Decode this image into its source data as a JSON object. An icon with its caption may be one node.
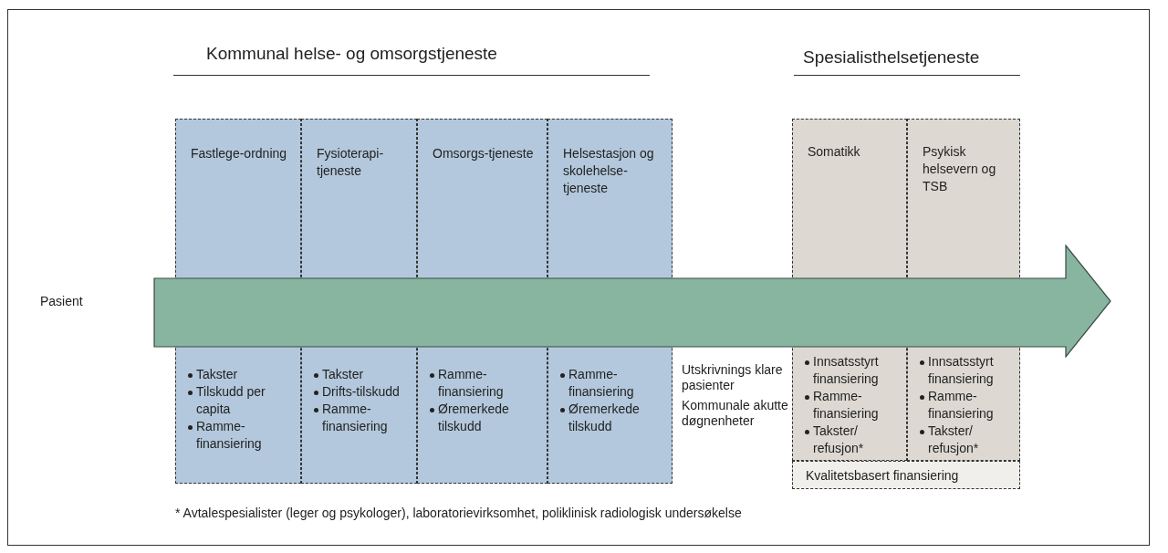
{
  "diagram": {
    "nodes": [
      {
        "text": [
          "Fastlege-ordning",
          "Takster",
          "Tilskudd per capita",
          "Ramme-finansiering"
        ]
      },
      {
        "text": [
          "Fysioterapi-tjeneste",
          "Takster",
          "Drifts-tilskudd",
          "Ramme-finansiering"
        ]
      },
      {
        "text": [
          "Omsorgs-tjeneste",
          "Ramme-finansiering",
          "Øremerkede tilskudd"
        ]
      },
      {
        "text": [
          "Helsestasjon og skolehelse-tjeneste",
          "Ramme-finansiering",
          "Øremerkede tilskudd"
        ]
      },
      {
        "text": [
          "Somatikk",
          "Innsatsstyrt finansiering",
          "Ramme-finansiering",
          "Takster/ refusjon*"
        ]
      },
      {
        "text": [
          "Psykisk helsevern og TSB",
          "Innsatsstyrt finansiering",
          "Ramme-finansiering",
          "Takster/ refusjon*"
        ]
      },
      {
        "text": [
          "Kvalitetsbasert finansiering"
        ]
      },
      {
        "text": [],
        "shape": "arrow"
      }
    ],
    "labels": [
      "Pasient",
      "Kommunal helse- og omsorgstjeneste",
      "Spesialisthelsetjeneste",
      "Utskrivnings klare pasienter",
      "Kommunale akutte døgnenheter",
      "* Avtalespesialister (leger og psykologer), laboratorievirksomhet, poliklinisk radiologisk undersøkelse"
    ]
  }
}
